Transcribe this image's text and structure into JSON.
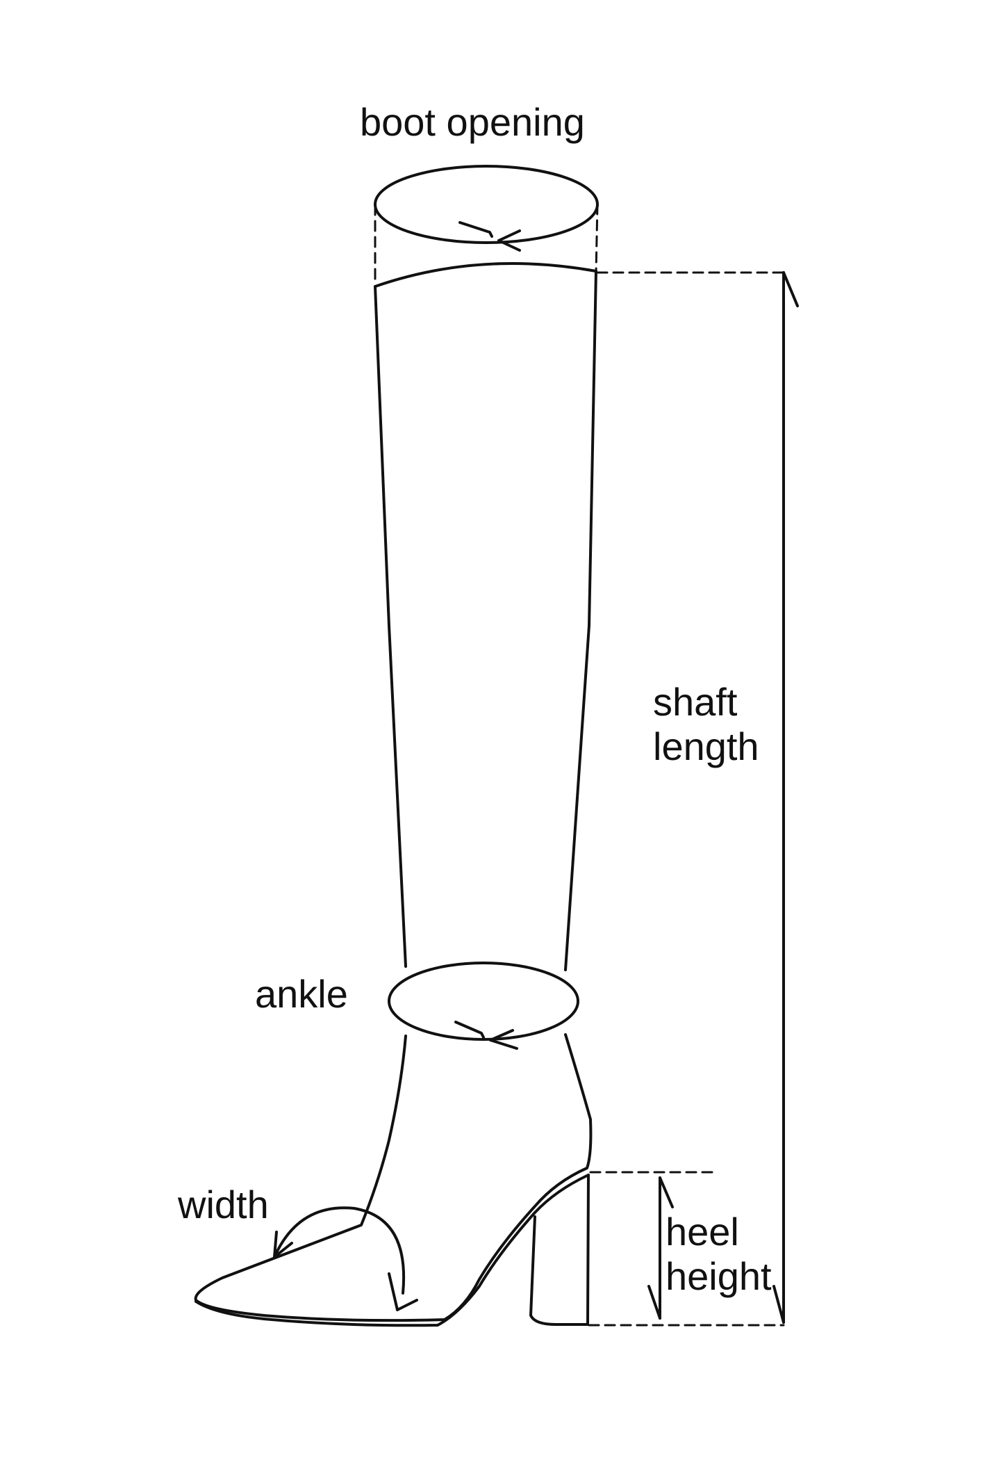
{
  "labels": {
    "boot_opening": "boot opening",
    "shaft_length": [
      "shaft",
      "length"
    ],
    "ankle": "ankle",
    "width": "width",
    "heel_height": [
      "heel",
      "height"
    ]
  },
  "colors": {
    "line": "#111111",
    "background": "#ffffff"
  }
}
